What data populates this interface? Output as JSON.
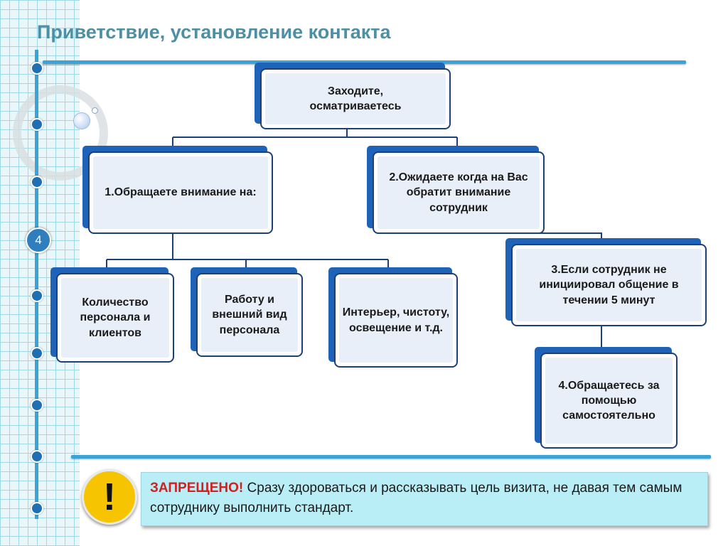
{
  "title": "Приветствие, установление контакта",
  "page_number": "4",
  "nodes": {
    "root": "Заходите, осматриваетесь",
    "step1": "1.Обращаете внимание на:",
    "step2": "2.Ожидаете когда на Вас обратит внимание сотрудник",
    "step3": "3.Если сотрудник не инициировал общение в течении 5 минут",
    "step4": "4.Обращаетесь за помощью самостоятельно",
    "sub1": "Количество персонала и клиентов",
    "sub2": "Работу и внешний вид персонала",
    "sub3": "Интерьер, чистоту, освещение и т.д."
  },
  "warning": {
    "label": "ЗАПРЕЩЕНО!",
    "text": " Сразу здороваться и рассказывать цель визита, не давая тем самым сотруднику выполнить стандарт.",
    "icon": "exclamation-icon"
  },
  "colors": {
    "accent": "#3aa3d8",
    "node_back": "#1e63b8",
    "node_border": "#1d3f7a",
    "warning_label": "#d21f1f",
    "warning_box": "#b9eef7",
    "title": "#4d8fa3"
  }
}
